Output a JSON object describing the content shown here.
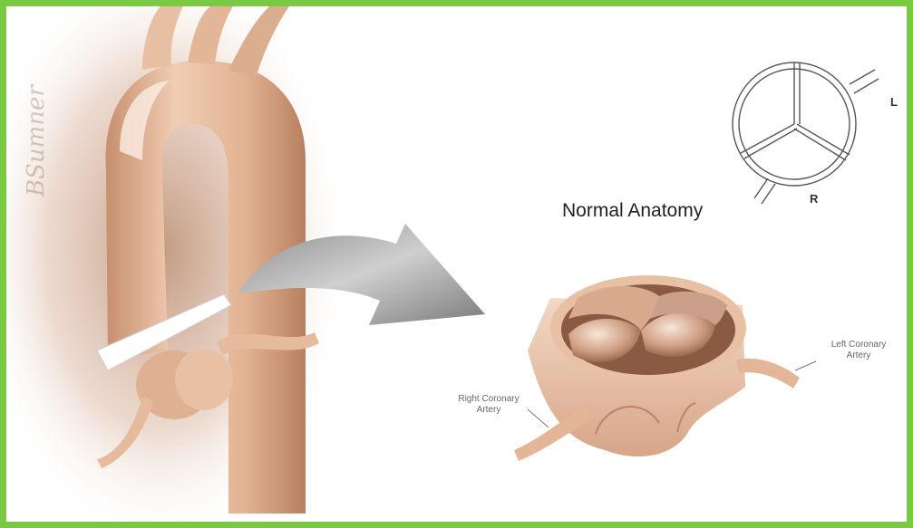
{
  "title": "Normal Anatomy",
  "labels": {
    "left_coronary": [
      "Left Coronary",
      "Artery"
    ],
    "right_coronary": [
      "Right Coronary",
      "Artery"
    ],
    "left_letter": "L",
    "right_letter": "R"
  },
  "signature": "BSumner",
  "colors": {
    "frame": "#7ac943",
    "tissue": "#e3b698",
    "tissue_dark": "#b98466",
    "arrow": "#9c9c9c"
  }
}
